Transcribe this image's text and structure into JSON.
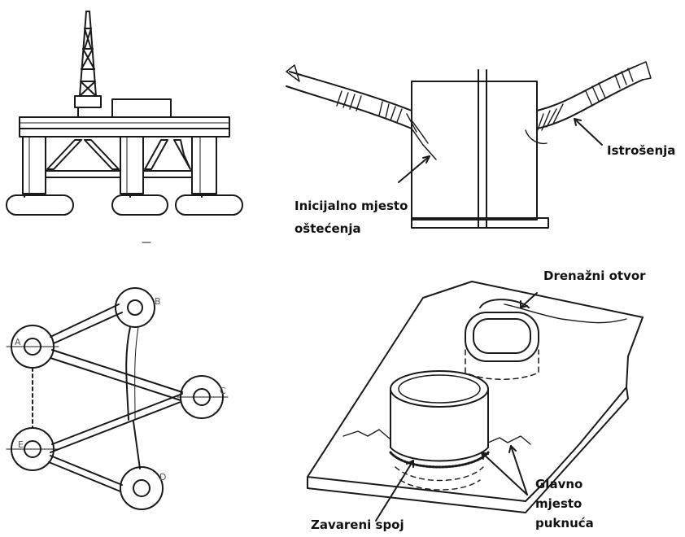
{
  "labels": {
    "wear": "Istrošenja",
    "initial_damage_line1": "Inicijalno mjesto",
    "initial_damage_line2": "oštećenja",
    "drain_hole": "Drenažni otvor",
    "weld_joint": "Zavareni spoj",
    "main_crack_line1": "Glavno",
    "main_crack_line2": "mjesto",
    "main_crack_line3": "puknuća"
  },
  "plan_view_letters": {
    "a": "A",
    "b": "B",
    "c": "C",
    "d": "D",
    "e": "E"
  },
  "colors": {
    "ink": "#1a1a1a",
    "background": "#ffffff"
  }
}
